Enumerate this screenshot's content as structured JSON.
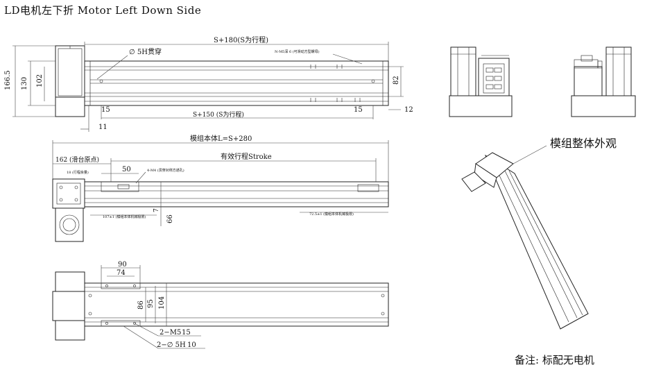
{
  "title": "LD电机左下折 Motor Left Down Side",
  "overall_view_label": "模组整体外观",
  "note": "备注: 标配无电机",
  "front_view": {
    "dim_total": "S+180(S为行程)",
    "dim_stroke_inner": "S+150 (S为行程)",
    "dim_166": "166.5",
    "dim_130": "130",
    "dim_102": "102",
    "dim_82": "82",
    "dim_15_left": "15",
    "dim_15_right": "15",
    "dim_11": "11",
    "dim_12": "12",
    "hole_note": "∅ 5H贯穿",
    "slot_note": "N-M5深 6 (可滑动方型螺母)"
  },
  "top_view": {
    "dim_body": "模组本体L=S+280",
    "dim_162": "162 (滑台原点)",
    "dim_stroke": "有效行程Stroke",
    "dim_50": "50",
    "dim_4m4": "4-M4 (贯穿对称方通孔)",
    "dim_18": "18 (行程余量)",
    "dim_107": "107±1 (模组本体机械极限)",
    "dim_72": "72.5±1 (模组本体机械极限)",
    "dim_66": "66",
    "dim_7": "7"
  },
  "bottom_view": {
    "dim_90": "90",
    "dim_74": "74",
    "dim_86": "86",
    "dim_95": "95",
    "dim_104": "104",
    "note_m5": "2−M5",
    "note_m5_depth": "15",
    "note_hole": "2−∅ 5H",
    "note_hole_depth": "10"
  }
}
